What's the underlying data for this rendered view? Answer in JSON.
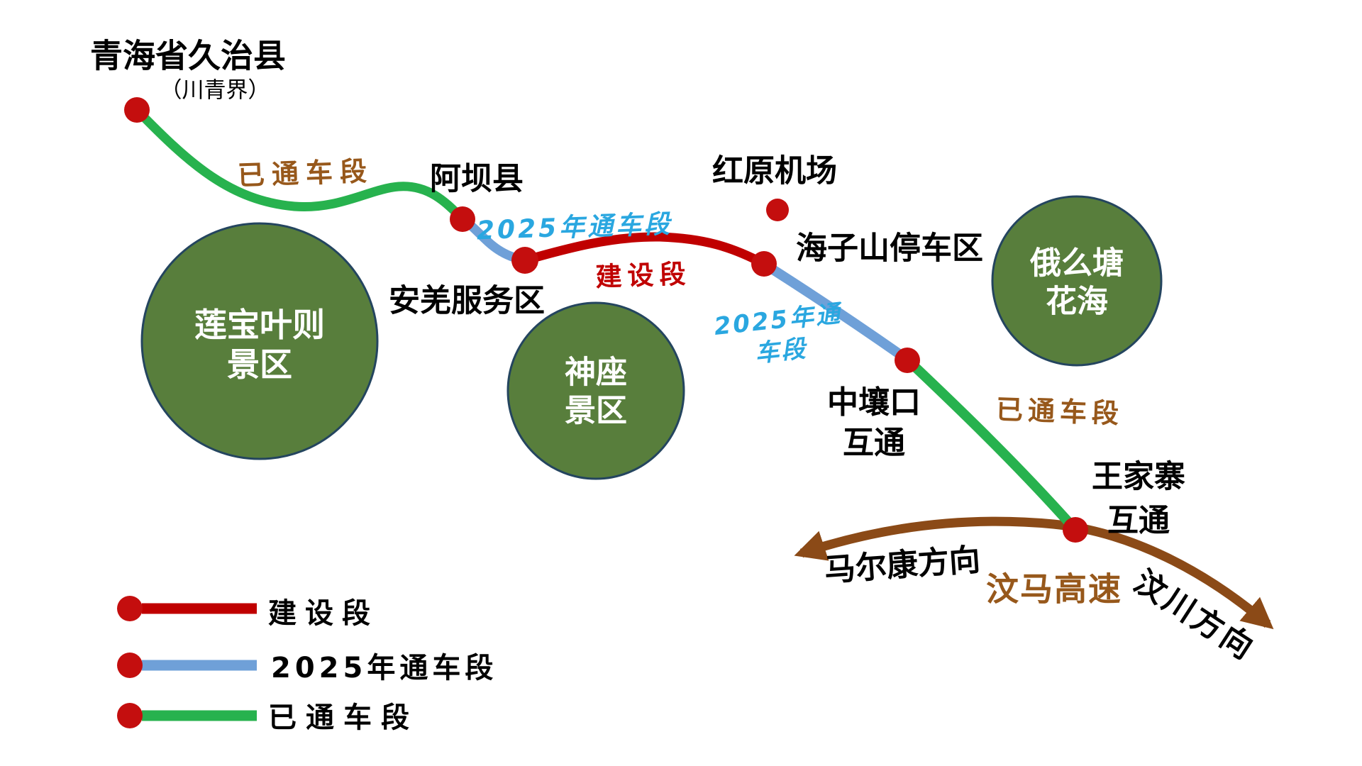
{
  "colors": {
    "bg": "#FFFFFF",
    "route-built": "#C00000",
    "route-2025": "#6FA0D8",
    "route-open": "#27B24E",
    "dot-red": "#C40E0E",
    "highway-brown": "#8B4A17",
    "zone-fill": "#587E3C",
    "zone-border": "#24455F",
    "zone-text": "#FFFFFF",
    "label-blue": "#2AA7E0",
    "label-brown": "#97581B",
    "label-red": "#C00000",
    "text-black": "#000000"
  },
  "stations": {
    "jiuzhi": {
      "name": "青海省久治县",
      "note": "（川青界）"
    },
    "aba": {
      "name": "阿坝县"
    },
    "anqiang": {
      "name": "安羌服务区"
    },
    "hongyuan_airport": {
      "name": "红原机场"
    },
    "haizishan": {
      "name": "海子山停车区"
    },
    "zhongrangkou": {
      "line1": "中壤口",
      "line2": "互通"
    },
    "wangjiazhai": {
      "line1": "王家寨",
      "line2": "互通"
    }
  },
  "segments": {
    "open_west": {
      "label": "已通车段",
      "status": "open"
    },
    "open2025_west": {
      "label": "2025年通车段",
      "status": "opening-2025"
    },
    "built": {
      "label": "建设段",
      "status": "under-construction"
    },
    "open2025_east": {
      "line1": "2025年通",
      "line2": "车段",
      "status": "opening-2025"
    },
    "open_east": {
      "label": "已通车段",
      "status": "open"
    }
  },
  "zones": {
    "lianbaoyeze": {
      "line1": "莲宝叶则",
      "line2": "景区"
    },
    "shenzuo": {
      "line1": "神座",
      "line2": "景区"
    },
    "emotang": {
      "line1": "俄么塘",
      "line2": "花海"
    }
  },
  "highway": {
    "name": "汶马高速",
    "west_direction": "马尔康方向",
    "east_direction": "汶川方向"
  },
  "legend": {
    "items": [
      {
        "label": "建设段",
        "color": "#C00000"
      },
      {
        "label": "2025年通车段",
        "color": "#6FA0D8"
      },
      {
        "label": "已通车段",
        "color": "#27B24E"
      }
    ]
  }
}
